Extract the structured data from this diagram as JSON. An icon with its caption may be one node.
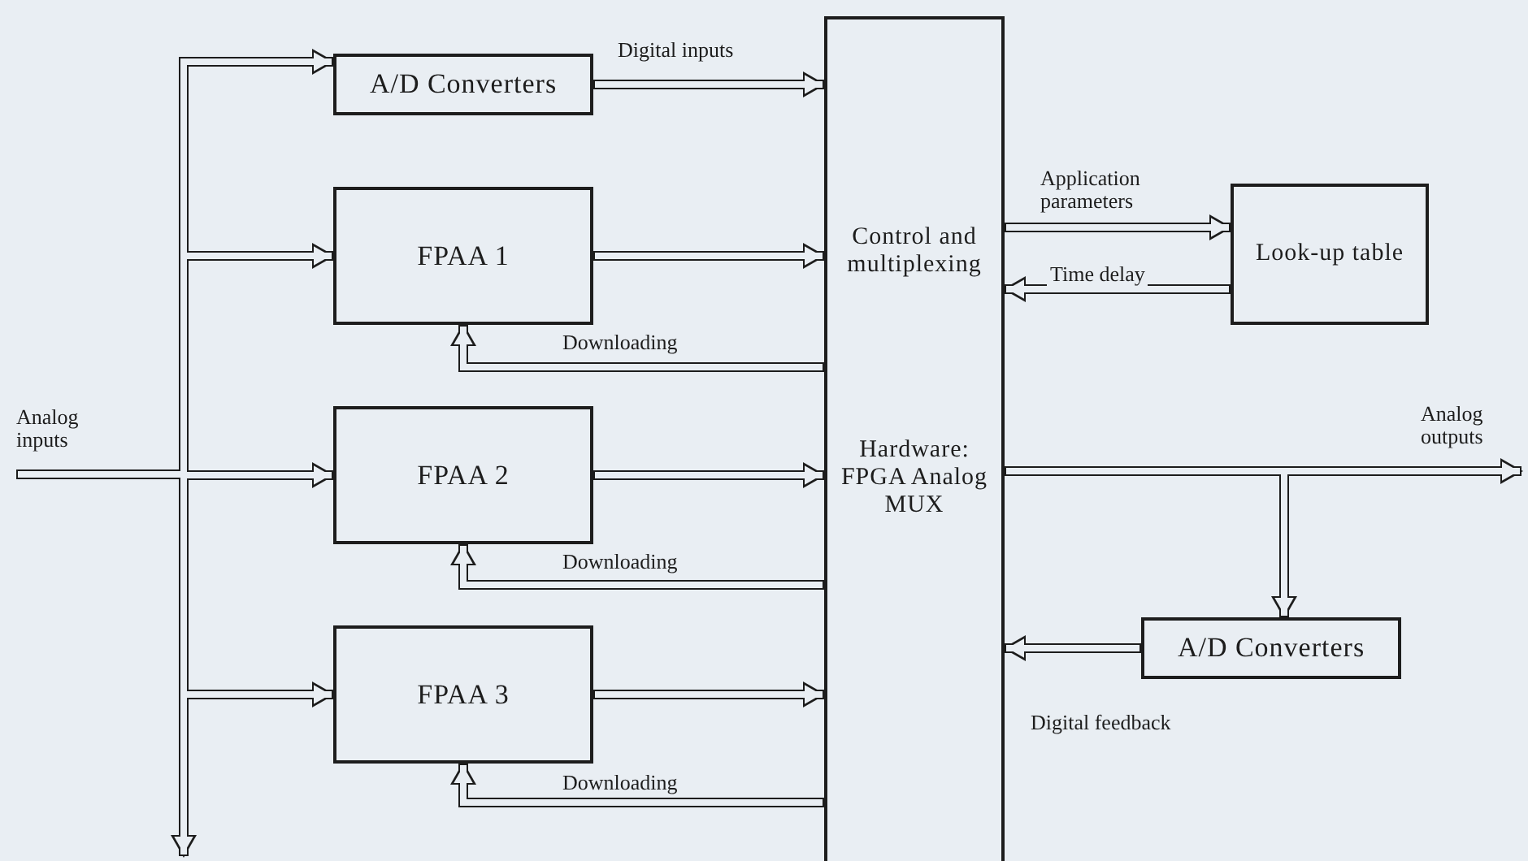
{
  "diagram": {
    "nodes": [
      {
        "text": [
          "A/D Converters"
        ]
      },
      {
        "text": [
          "FPAA 1"
        ]
      },
      {
        "text": [
          "FPAA 2"
        ]
      },
      {
        "text": [
          "FPAA 3"
        ]
      },
      {
        "text": [
          "Control and multiplexing",
          "Hardware: FPGA Analog MUX"
        ]
      },
      {
        "text": [
          "Look-up table"
        ]
      },
      {
        "text": [
          "A/D Converters"
        ]
      }
    ],
    "edges": [
      {
        "from": null,
        "to": 0,
        "arrow": "to"
      },
      {
        "from": null,
        "to": 1,
        "arrow": "to"
      },
      {
        "from": null,
        "to": 2,
        "arrow": "to"
      },
      {
        "from": null,
        "to": 3,
        "arrow": "to"
      },
      {
        "from": 0,
        "to": 4,
        "arrow": "to",
        "label": "Digital inputs"
      },
      {
        "from": 1,
        "to": 4,
        "arrow": "to"
      },
      {
        "from": 2,
        "to": 4,
        "arrow": "to"
      },
      {
        "from": 3,
        "to": 4,
        "arrow": "to"
      },
      {
        "from": 4,
        "to": 1,
        "arrow": "to",
        "label": "Downloading"
      },
      {
        "from": 4,
        "to": 2,
        "arrow": "to",
        "label": "Downloading"
      },
      {
        "from": 4,
        "to": 3,
        "arrow": "to",
        "label": "Downloading"
      },
      {
        "from": 4,
        "to": 5,
        "arrow": "to",
        "label": "Application parameters"
      },
      {
        "from": 5,
        "to": 4,
        "arrow": "to",
        "label": "Time delay"
      },
      {
        "from": 4,
        "to": null,
        "arrow": "to",
        "label": "Analog outputs"
      },
      {
        "from": 4,
        "to": 6,
        "arrow": "to"
      },
      {
        "from": 6,
        "to": 4,
        "arrow": "to",
        "label": "Digital feedback"
      }
    ],
    "labels": [
      "Analog inputs"
    ]
  }
}
